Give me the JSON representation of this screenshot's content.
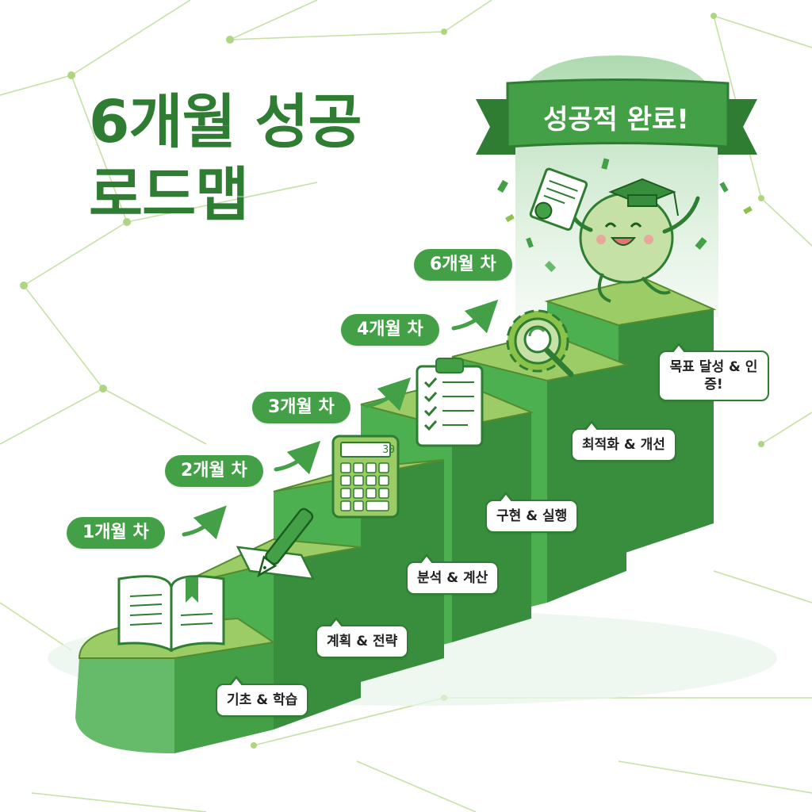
{
  "title": {
    "line1": "6개월 성공",
    "line2": "로드맵"
  },
  "banner": {
    "text": "성공적 완료!"
  },
  "months": [
    {
      "label": "1개월 차"
    },
    {
      "label": "2개월 차"
    },
    {
      "label": "3개월 차"
    },
    {
      "label": "4개월 차"
    },
    {
      "label": "6개월 차"
    }
  ],
  "steps": [
    {
      "label": "기초 & 학습",
      "icon": "open-book-icon"
    },
    {
      "label": "계획 & 전략",
      "icon": "fountain-pen-icon"
    },
    {
      "label": "분석 & 계산",
      "icon": "calculator-icon"
    },
    {
      "label": "구현 & 실행",
      "icon": "clipboard-checklist-icon"
    },
    {
      "label": "최적화 & 개선",
      "icon": "gear-wrench-icon"
    },
    {
      "label": "목표 달성 & 인증!",
      "icon": "mascot-graduate-icon"
    }
  ],
  "calculator_display": "30",
  "colors": {
    "primary": "#43a047",
    "dark": "#2e7d32",
    "light": "#8bc34a",
    "pale": "#c5e1a5"
  }
}
